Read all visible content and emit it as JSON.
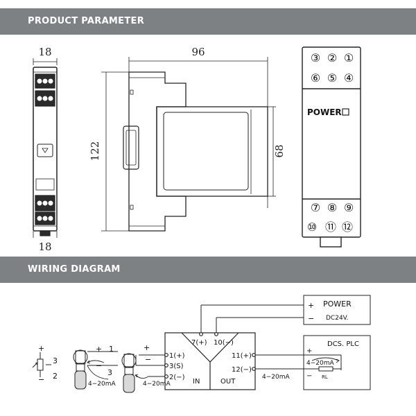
{
  "sections": {
    "parameter_title": "PRODUCT PARAMETER",
    "wiring_title": "WIRING DIAGRAM"
  },
  "dimensions": {
    "width_side": "18",
    "width_front": "96",
    "height_front": "122",
    "height_window": "68"
  },
  "module": {
    "top_terminals": [
      "③",
      "②",
      "①",
      "⑥",
      "⑤",
      "④"
    ],
    "bottom_terminals": [
      "⑦",
      "⑧",
      "⑨",
      "⑩",
      "⑪",
      "⑫"
    ],
    "power_label": "POWER"
  },
  "wiring": {
    "power_box": {
      "plus": "+",
      "minus": "−",
      "title": "POWER",
      "voltage": "DC24V."
    },
    "dcs_box": {
      "title": "DCS. PLC",
      "plus": "+",
      "minus": "−",
      "signal": "4−20mA",
      "rl": "RL"
    },
    "converter": {
      "t7": "7(+)",
      "t10": "10(−)",
      "t1": "1(+)",
      "t3": "3(S)",
      "t2": "2(−)",
      "t11": "11(+)",
      "t12": "12(−)",
      "in": "IN",
      "out": "OUT"
    },
    "out_signal": "4−20mA",
    "pot": {
      "plus": "+",
      "minus": "−",
      "pin3": "3",
      "pin2": "2"
    },
    "sensor3": {
      "plus": "+",
      "minus": "−",
      "pin1": "1",
      "pin3": "3",
      "signal": "4−20mA"
    },
    "sensor2": {
      "plus": "+",
      "minus": "−",
      "signal": "4−20mA"
    }
  }
}
